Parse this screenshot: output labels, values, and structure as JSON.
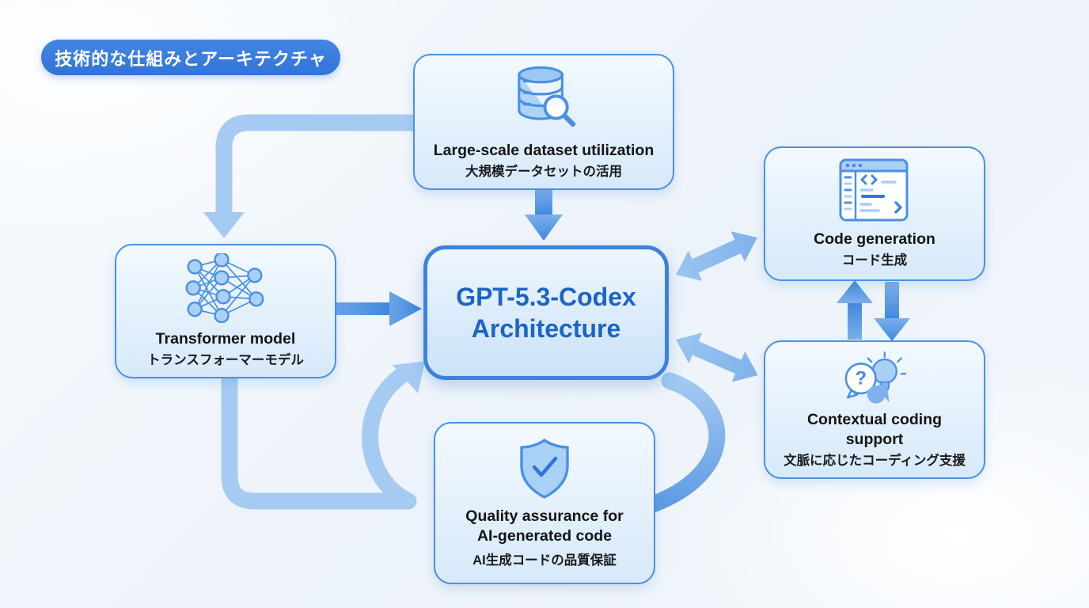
{
  "badge": {
    "label": "技術的な仕組みとアーキテクチャ"
  },
  "nodes": {
    "dataset": {
      "title": "Large-scale dataset utilization",
      "subtitle": "大規模データセットの活用",
      "icon": "database-search-icon"
    },
    "transformer": {
      "title": "Transformer model",
      "subtitle": "トランスフォーマーモデル",
      "icon": "neural-network-icon"
    },
    "center": {
      "title_line1": "GPT-5.3-Codex",
      "title_line2": "Architecture"
    },
    "codegen": {
      "title": "Code generation",
      "subtitle": "コード生成",
      "icon": "code-window-icon"
    },
    "contextual": {
      "title": "Contextual coding support",
      "subtitle": "文脈に応じたコーディング支援",
      "icon": "question-lightbulb-icon"
    },
    "quality": {
      "title_line1": "Quality assurance for",
      "title_line2": "AI-generated code",
      "subtitle": "AI生成コードの品質保証",
      "icon": "shield-check-icon"
    }
  },
  "colors": {
    "badge_bg": "#2f74d8",
    "box_border": "#4a90e2",
    "center_border": "#3c82dc",
    "center_text": "#1b64c8",
    "arrow_light": "#a6cbf2",
    "arrow_medium": "#85b6ee",
    "arrow_strong": "#3f88df",
    "background": "#eff4fa"
  }
}
